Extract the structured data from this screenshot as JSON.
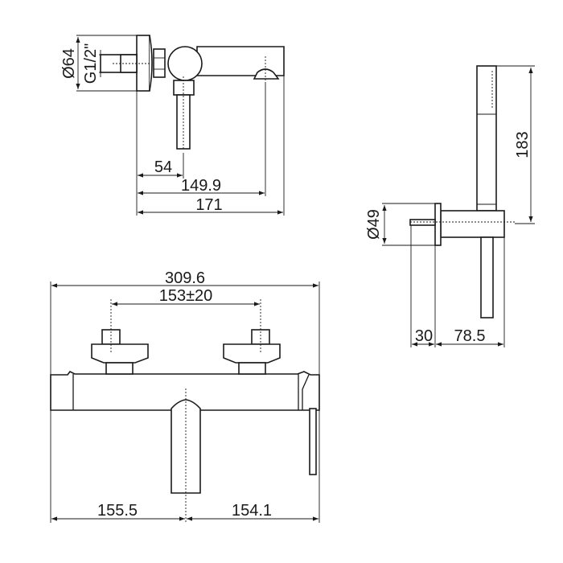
{
  "drawing": {
    "top_view": {
      "dia_plate": "Ø64",
      "thread": "G1/2\"",
      "dim_54": "54",
      "dim_149_9": "149.9",
      "dim_171": "171"
    },
    "side_view": {
      "dia_plate": "Ø49",
      "dim_183": "183",
      "dim_30": "30",
      "dim_78_5": "78.5"
    },
    "front_view": {
      "dim_total": "309.6",
      "dim_centers": "153±20",
      "dim_left": "155.5",
      "dim_right": "154.1"
    }
  }
}
